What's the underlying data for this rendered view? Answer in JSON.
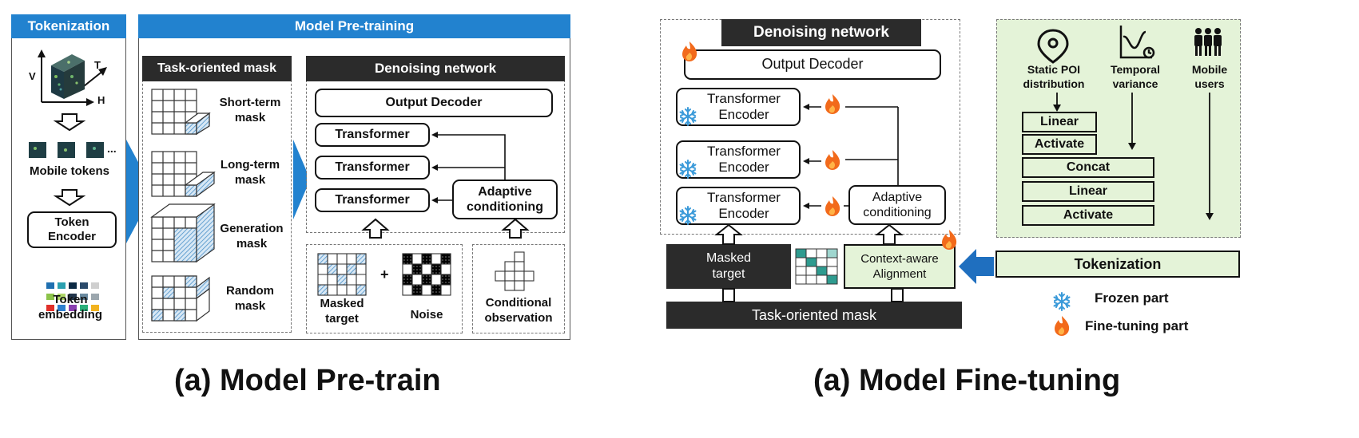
{
  "pretrain": {
    "tokenization": {
      "header": "Tokenization",
      "axis_v": "V",
      "axis_t": "T",
      "axis_h": "H",
      "ellipsis": "...",
      "mobile_tokens": "Mobile tokens",
      "token_encoder": "Token\nEncoder",
      "token_embedding": "Token\nembedding"
    },
    "model_pretraining_header": "Model Pre-training",
    "task_mask": {
      "header": "Task-oriented mask",
      "masks": [
        "Short-term\nmask",
        "Long-term\nmask",
        "Generation\nmask",
        "Random\nmask"
      ]
    },
    "denoising": {
      "header": "Denoising network",
      "output_decoder": "Output Decoder",
      "transformers": [
        "Transformer",
        "Transformer",
        "Transformer"
      ],
      "adaptive": "Adaptive\nconditioning"
    },
    "inputs": {
      "masked_target": "Masked\ntarget",
      "plus": "+",
      "noise": "Noise",
      "conditional": "Conditional\nobservation"
    },
    "caption": "(a) Model Pre-train"
  },
  "finetune": {
    "denoising_header": "Denoising network",
    "output_decoder": "Output Decoder",
    "encoders": [
      "Transformer\nEncoder",
      "Transformer\nEncoder",
      "Transformer\nEncoder"
    ],
    "adaptive": "Adaptive\nconditioning",
    "masked_target": "Masked\ntarget",
    "context_alignment": "Context-aware\nAlignment",
    "task_mask": "Task-oriented mask",
    "tokenization": "Tokenization",
    "context": {
      "static_poi": "Static POI\ndistribution",
      "temporal": "Temporal\nvariance",
      "users": "Mobile\nusers",
      "linear1": "Linear",
      "activate1": "Activate",
      "concat": "Concat",
      "linear2": "Linear",
      "activate2": "Activate"
    },
    "legend": {
      "frozen": "Frozen part",
      "finetune": "Fine-tuning part"
    },
    "caption": "(a) Model Fine-tuning"
  },
  "colors": {
    "blue_header": "#2282cf",
    "dark_header": "#2b2b2b",
    "green_panel": "#e4f3d8",
    "frozen_icon": "#3a9ad9",
    "flame": "#f26a1b",
    "hatch": "#4a90c8",
    "teal": "#2e9b8f"
  },
  "icons": [
    "cube-icon",
    "snowflake-icon",
    "flame-icon",
    "location-pin-icon",
    "chart-clock-icon",
    "people-icon",
    "arrow-icon"
  ]
}
